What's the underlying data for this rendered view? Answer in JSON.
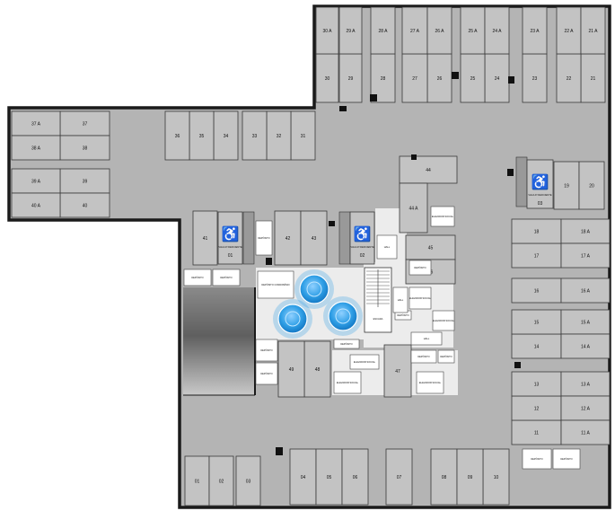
{
  "map": {
    "spots": [
      {
        "id": "30A",
        "label": "30 A"
      },
      {
        "id": "29A",
        "label": "29 A"
      },
      {
        "id": "28A",
        "label": "28 A"
      },
      {
        "id": "27A",
        "label": "27 A"
      },
      {
        "id": "26A",
        "label": "26 A"
      },
      {
        "id": "25A",
        "label": "25 A"
      },
      {
        "id": "24A",
        "label": "24 A"
      },
      {
        "id": "23A",
        "label": "23 A"
      },
      {
        "id": "22A",
        "label": "22 A"
      },
      {
        "id": "21A",
        "label": "21 A"
      },
      {
        "id": "30",
        "label": "30"
      },
      {
        "id": "29",
        "label": "29"
      },
      {
        "id": "28",
        "label": "28"
      },
      {
        "id": "27",
        "label": "27"
      },
      {
        "id": "26",
        "label": "26"
      },
      {
        "id": "25",
        "label": "25"
      },
      {
        "id": "24",
        "label": "24"
      },
      {
        "id": "23",
        "label": "23"
      },
      {
        "id": "22",
        "label": "22"
      },
      {
        "id": "21",
        "label": "21"
      },
      {
        "id": "37A",
        "label": "37 A"
      },
      {
        "id": "37",
        "label": "37"
      },
      {
        "id": "38A",
        "label": "38 A"
      },
      {
        "id": "38",
        "label": "38"
      },
      {
        "id": "39A",
        "label": "39 A"
      },
      {
        "id": "39",
        "label": "39"
      },
      {
        "id": "40A",
        "label": "40 A"
      },
      {
        "id": "40",
        "label": "40"
      },
      {
        "id": "36",
        "label": "36"
      },
      {
        "id": "35",
        "label": "35"
      },
      {
        "id": "34",
        "label": "34"
      },
      {
        "id": "33",
        "label": "33"
      },
      {
        "id": "32",
        "label": "32"
      },
      {
        "id": "31",
        "label": "31"
      },
      {
        "id": "44",
        "label": "44"
      },
      {
        "id": "44A",
        "label": "44 A"
      },
      {
        "id": "45",
        "label": "45"
      },
      {
        "id": "46",
        "label": "46"
      },
      {
        "id": "41",
        "label": "41"
      },
      {
        "id": "42",
        "label": "42"
      },
      {
        "id": "43",
        "label": "43"
      },
      {
        "id": "49",
        "label": "49"
      },
      {
        "id": "48",
        "label": "48"
      },
      {
        "id": "47",
        "label": "47"
      },
      {
        "id": "19",
        "label": "19"
      },
      {
        "id": "20",
        "label": "20"
      },
      {
        "id": "18",
        "label": "18"
      },
      {
        "id": "18A",
        "label": "18 A"
      },
      {
        "id": "17",
        "label": "17"
      },
      {
        "id": "17A",
        "label": "17 A"
      },
      {
        "id": "16",
        "label": "16"
      },
      {
        "id": "16A",
        "label": "16 A"
      },
      {
        "id": "15",
        "label": "15"
      },
      {
        "id": "15A",
        "label": "15 A"
      },
      {
        "id": "14",
        "label": "14"
      },
      {
        "id": "14A",
        "label": "14 A"
      },
      {
        "id": "13",
        "label": "13"
      },
      {
        "id": "13A",
        "label": "13 A"
      },
      {
        "id": "12",
        "label": "12"
      },
      {
        "id": "12A",
        "label": "12 A"
      },
      {
        "id": "11",
        "label": "11"
      },
      {
        "id": "11A",
        "label": "11 A"
      },
      {
        "id": "01",
        "label": "01"
      },
      {
        "id": "02",
        "label": "02"
      },
      {
        "id": "03",
        "label": "03"
      },
      {
        "id": "04",
        "label": "04"
      },
      {
        "id": "05",
        "label": "05"
      },
      {
        "id": "06",
        "label": "06"
      },
      {
        "id": "07",
        "label": "07"
      },
      {
        "id": "08",
        "label": "08"
      },
      {
        "id": "09",
        "label": "09"
      },
      {
        "id": "10",
        "label": "10"
      }
    ],
    "accessible_spots": [
      {
        "id": "acc01",
        "number": "01",
        "caption": "VAGA P/ DEFICIENTE"
      },
      {
        "id": "acc02",
        "number": "02",
        "caption": "VAGA P/ DEFICIENTE"
      },
      {
        "id": "acc03",
        "number": "03",
        "caption": "VAGA P/ DEFICIENTE"
      }
    ],
    "accessible_icon": "wheelchair-icon",
    "rooms": [
      {
        "id": "deposito-condominio",
        "label": "DEPÓSITO CONDOMÍNIO"
      },
      {
        "id": "deposito-1",
        "label": "DEPÓSITO"
      },
      {
        "id": "deposito-2",
        "label": "DEPÓSITO"
      },
      {
        "id": "deposito-3",
        "label": "DEPÓSITO"
      },
      {
        "id": "deposito-4",
        "label": "DEPÓSITO"
      },
      {
        "id": "deposito-5",
        "label": "DEPÓSITO"
      },
      {
        "id": "deposito-6",
        "label": "DEPÓSITO"
      },
      {
        "id": "deposito-7",
        "label": "DEPÓSITO"
      },
      {
        "id": "deposito-8",
        "label": "DEPÓSITO"
      },
      {
        "id": "deposito-9",
        "label": "DEPÓSITO"
      },
      {
        "id": "deposito-10",
        "label": "DEPÓSITO"
      },
      {
        "id": "deposito-11",
        "label": "DEPÓSITO"
      },
      {
        "id": "deposito-12",
        "label": "DEPÓSITO"
      },
      {
        "id": "deposito-13",
        "label": "DEPÓSITO"
      },
      {
        "id": "elevador-1",
        "label": "ELEVADOR SOCIAL"
      },
      {
        "id": "elevador-2",
        "label": "ELEVADOR SOCIAL"
      },
      {
        "id": "elevador-3",
        "label": "ELEVADOR SOCIAL"
      },
      {
        "id": "elevador-4",
        "label": "ELEVADOR SOCIAL"
      },
      {
        "id": "elevador-5",
        "label": "ELEVADOR SOCIAL"
      },
      {
        "id": "elevador-6",
        "label": "ELEVADOR SOCIAL"
      },
      {
        "id": "hall-1",
        "label": "HALL"
      },
      {
        "id": "hall-2",
        "label": "HALL"
      },
      {
        "id": "hall-3",
        "label": "HALL"
      },
      {
        "id": "escada",
        "label": "ESCADA"
      }
    ],
    "location_markers": 3,
    "colors": {
      "floor": "#b4b4b4",
      "spot": "#c3c3c3",
      "wall": "#1a1a1a",
      "marker": "#2f9fe6",
      "ramp": "#666666"
    }
  }
}
